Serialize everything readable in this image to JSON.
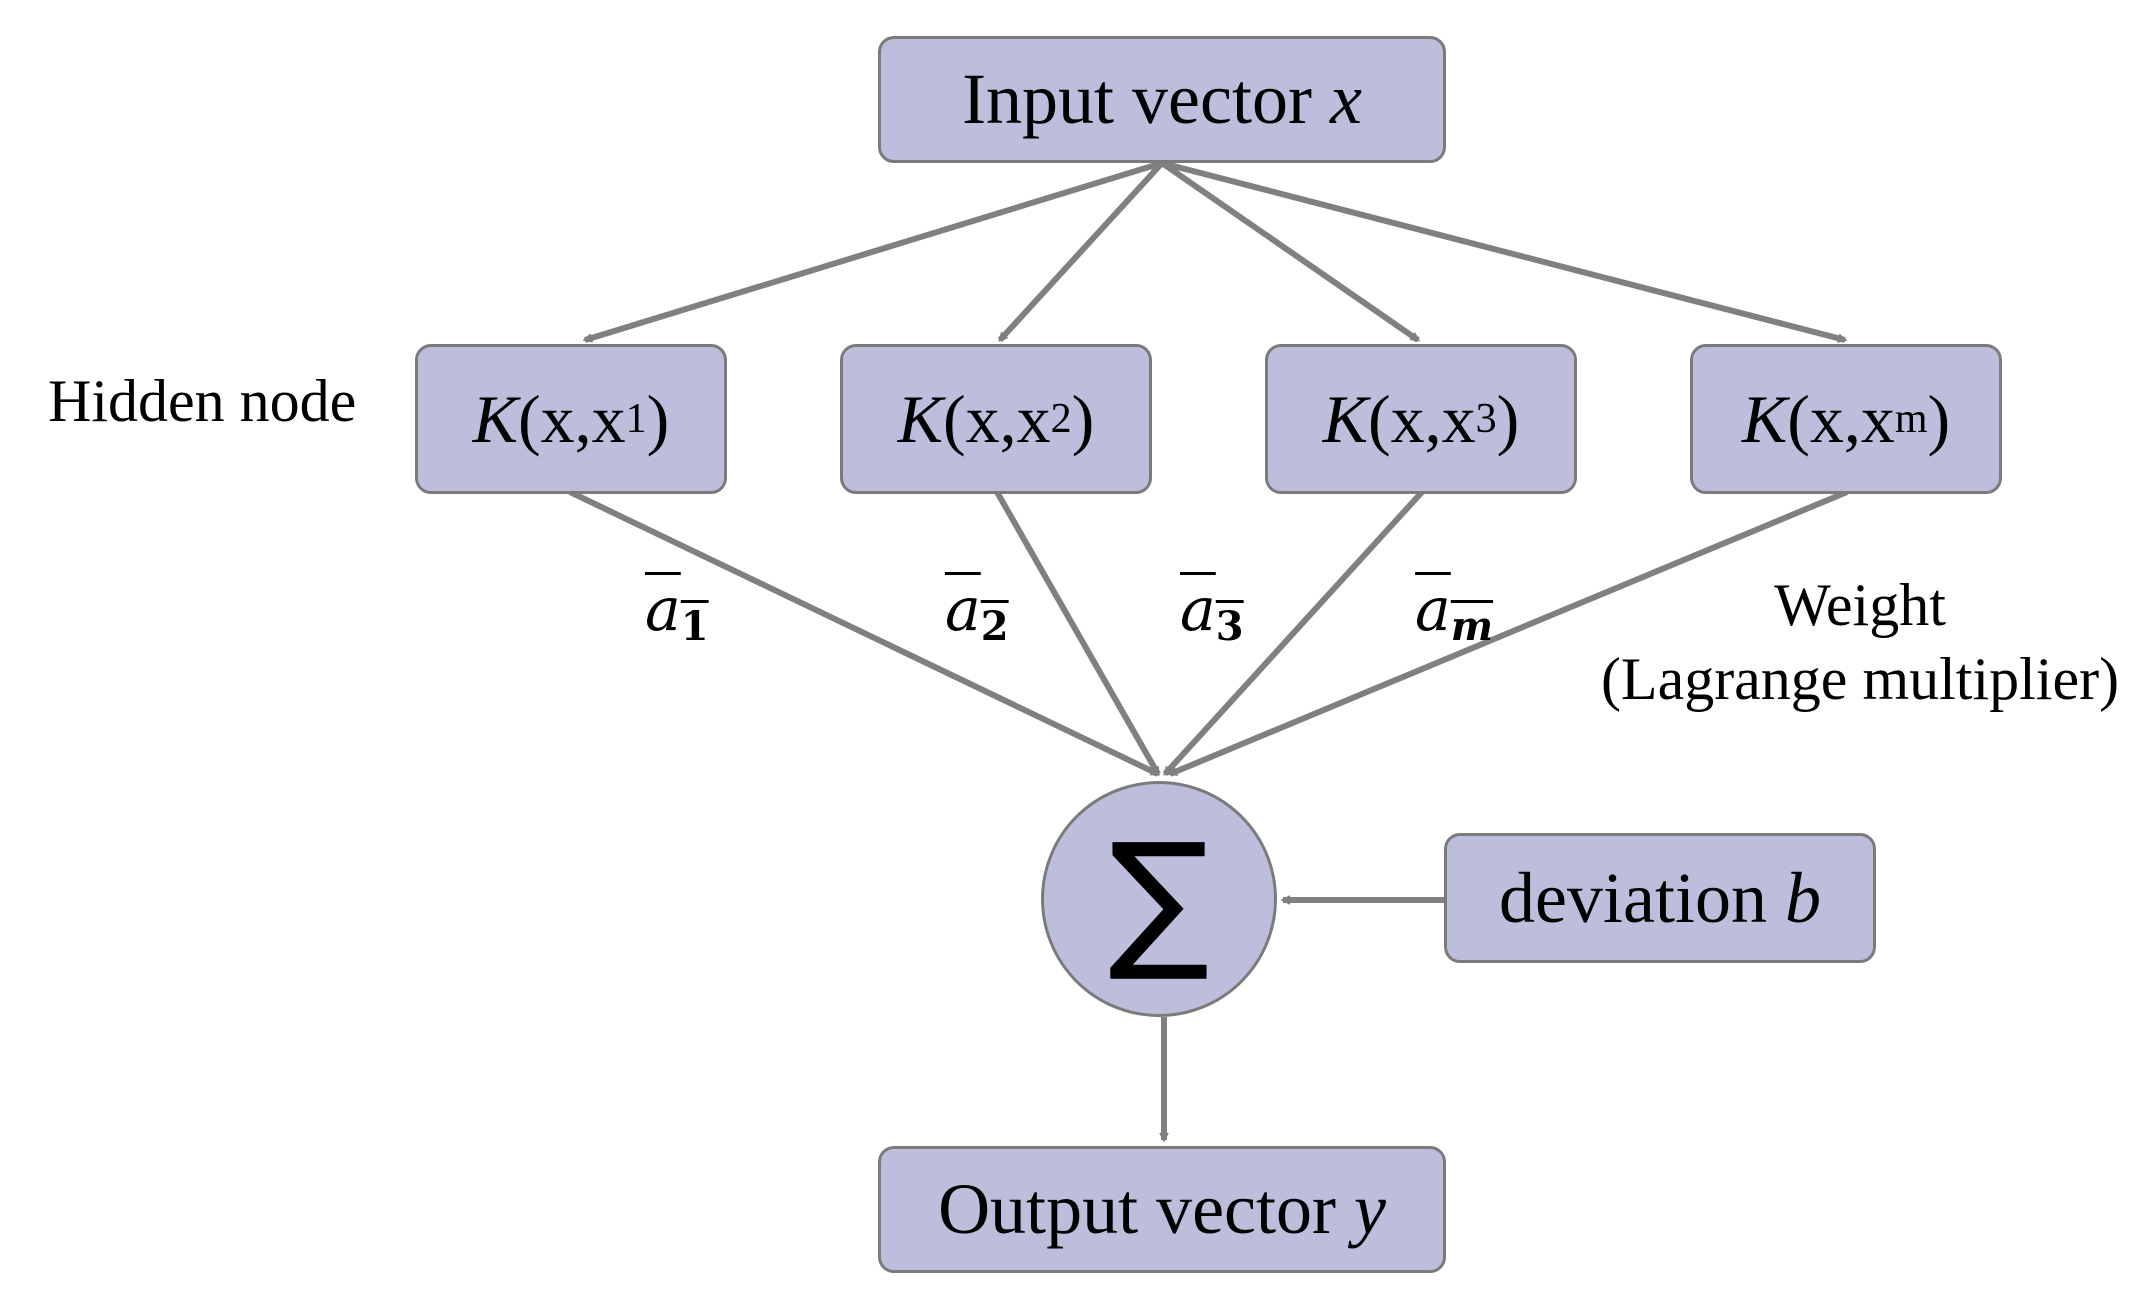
{
  "input": {
    "text": "Input vector ",
    "var": "x"
  },
  "hidden_label": "Hidden node",
  "nodes": [
    {
      "k": "K",
      "text": "(x,x",
      "sub": "1",
      "close": ")"
    },
    {
      "k": "K",
      "text": "(x,x",
      "sub": "2",
      "close": ")"
    },
    {
      "k": "K",
      "text": "(x,x",
      "sub": "3",
      "close": ")"
    },
    {
      "k": "K",
      "text": "(x,x",
      "sub": "m",
      "close": ")"
    }
  ],
  "weights": [
    {
      "var": "a",
      "sub": "1"
    },
    {
      "var": "a",
      "sub": "2"
    },
    {
      "var": "a",
      "sub": "3"
    },
    {
      "var": "a",
      "sub": "m"
    }
  ],
  "weight_label": {
    "line1": "Weight",
    "line2": "(Lagrange multiplier)"
  },
  "sum_symbol": "∑",
  "deviation": {
    "text": "deviation ",
    "var": "b"
  },
  "output": {
    "text": "Output vector ",
    "var": "y"
  },
  "colors": {
    "box_fill": "#bcbedc",
    "border": "#7b7b7b",
    "arrow": "#808080"
  }
}
